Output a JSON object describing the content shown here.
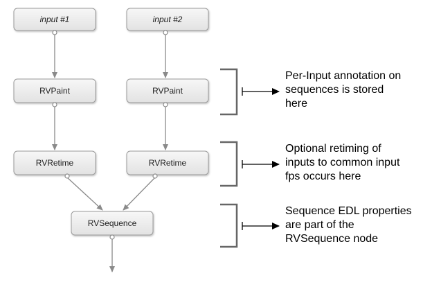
{
  "nodes": {
    "input1": "input #1",
    "input2": "input #2",
    "paint1": "RVPaint",
    "paint2": "RVPaint",
    "retime1": "RVRetime",
    "retime2": "RVRetime",
    "sequence": "RVSequence"
  },
  "annotations": {
    "paint": [
      "Per-Input annotation on",
      "sequences is stored",
      "here"
    ],
    "retime": [
      "Optional retiming of",
      "inputs to common input",
      "fps occurs here"
    ],
    "sequence": [
      "Sequence EDL  properties",
      "are part of the",
      "RVSequence node"
    ]
  }
}
